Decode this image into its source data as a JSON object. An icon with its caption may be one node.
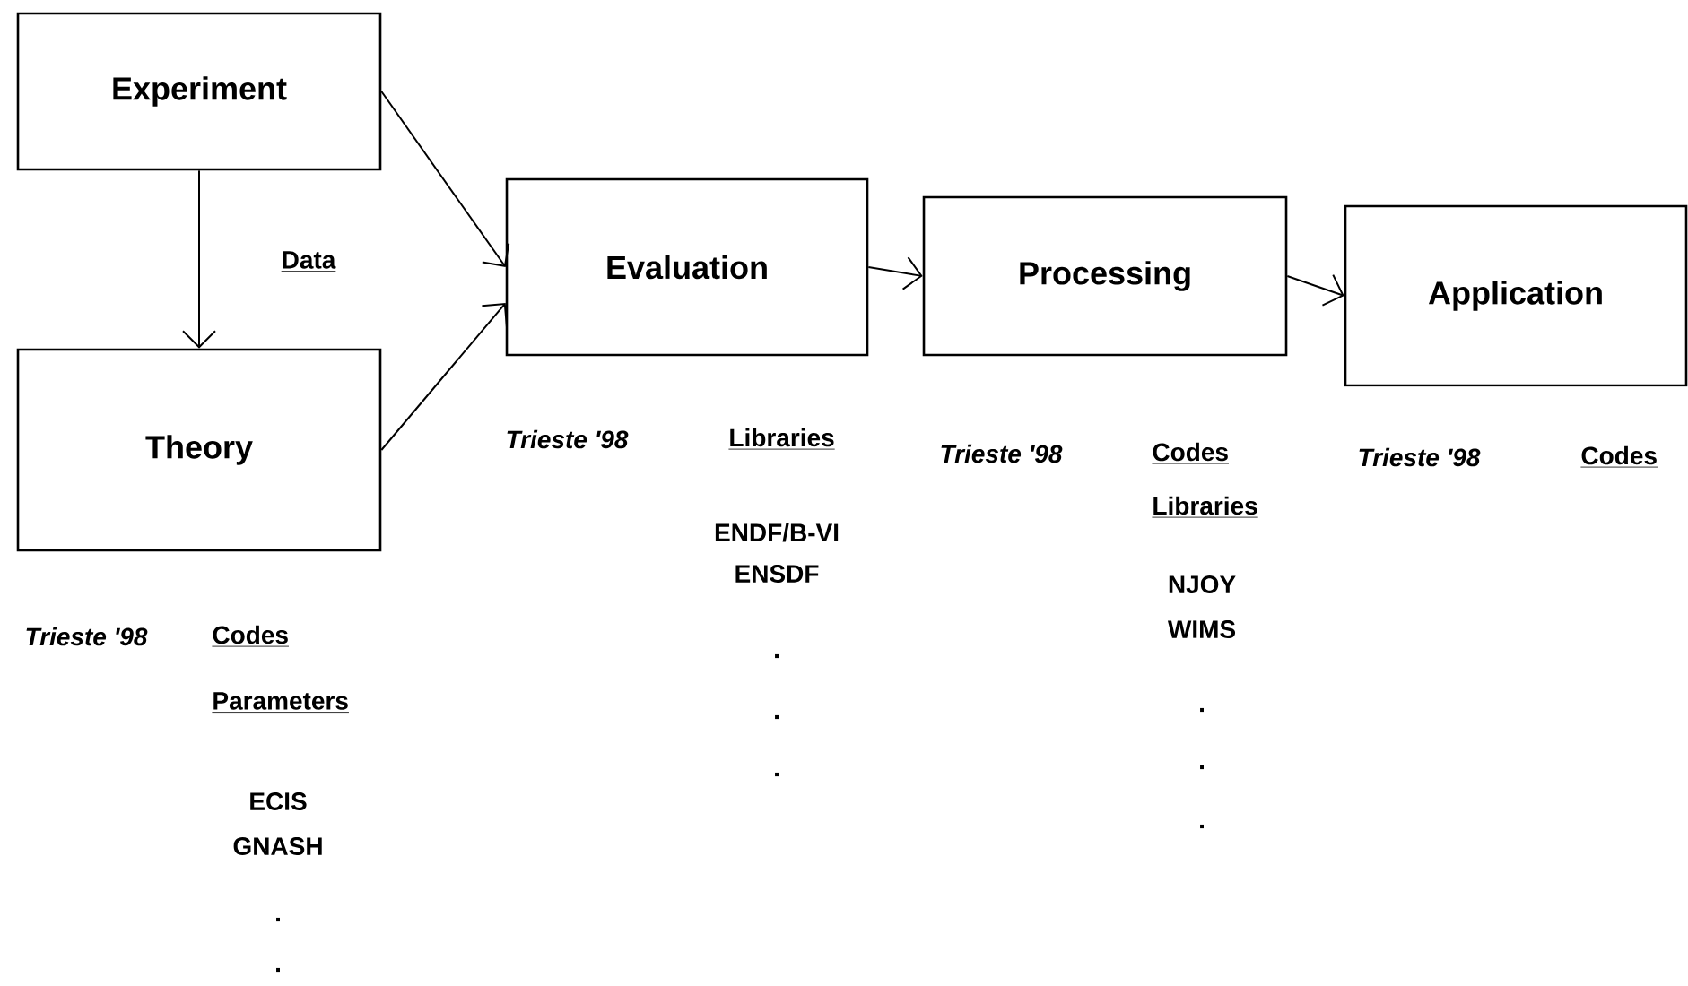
{
  "diagram": {
    "nodes": [
      {
        "text": [
          "Experiment"
        ]
      },
      {
        "text": [
          "Theory"
        ]
      },
      {
        "text": [
          "Evaluation"
        ]
      },
      {
        "text": [
          "Processing"
        ]
      },
      {
        "text": [
          "Application"
        ]
      }
    ],
    "edges": [
      {
        "from": 0,
        "to": 1,
        "arrow": "to",
        "label": "Data"
      },
      {
        "from": 0,
        "to": 2,
        "arrow": "to"
      },
      {
        "from": 1,
        "to": 2,
        "arrow": "to"
      },
      {
        "from": 2,
        "to": 3,
        "arrow": "to"
      },
      {
        "from": 3,
        "to": 4,
        "arrow": "to"
      }
    ],
    "labels": [
      "Trieste '98",
      "Libraries",
      "ENDF/B-VI",
      "ENSDF",
      ".",
      ".",
      ".",
      "Trieste '98",
      "Codes",
      "Libraries",
      "NJOY",
      "WIMS",
      ".",
      ".",
      ".",
      "Trieste '98",
      "Codes",
      "Trieste '98",
      "Codes",
      "Parameters",
      "ECIS",
      "GNASH",
      ".",
      "."
    ]
  }
}
